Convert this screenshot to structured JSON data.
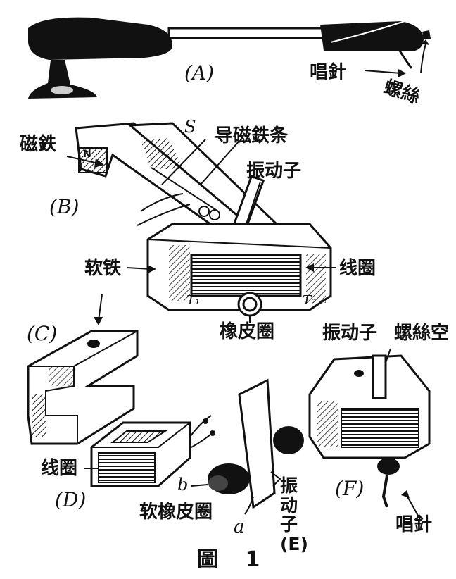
{
  "panels": {
    "A": "(A)",
    "B": "(B)",
    "C": "(C)",
    "D": "(D)",
    "F": "(F)"
  },
  "labels": {
    "stylus_a": "唱針",
    "screw_a": "螺絲",
    "magnet": "磁鉄",
    "s_pole": "S",
    "n_pole": "N",
    "magnetic_bar": "导磁鉄条",
    "armature_b": "振动子",
    "soft_iron": "软铁",
    "coil_b": "线圈",
    "t1": "T₁",
    "t2": "T₂",
    "rubber_ring": "橡皮圈",
    "coil_d": "线圈",
    "b_mark": "b",
    "a_mark": "a",
    "soft_rubber_ring": "软橡皮圈",
    "armature_e": "振动子(E)",
    "armature_f": "振动子",
    "screw_hole": "螺絲空",
    "stylus_f": "唱針"
  },
  "caption": "圖 1"
}
